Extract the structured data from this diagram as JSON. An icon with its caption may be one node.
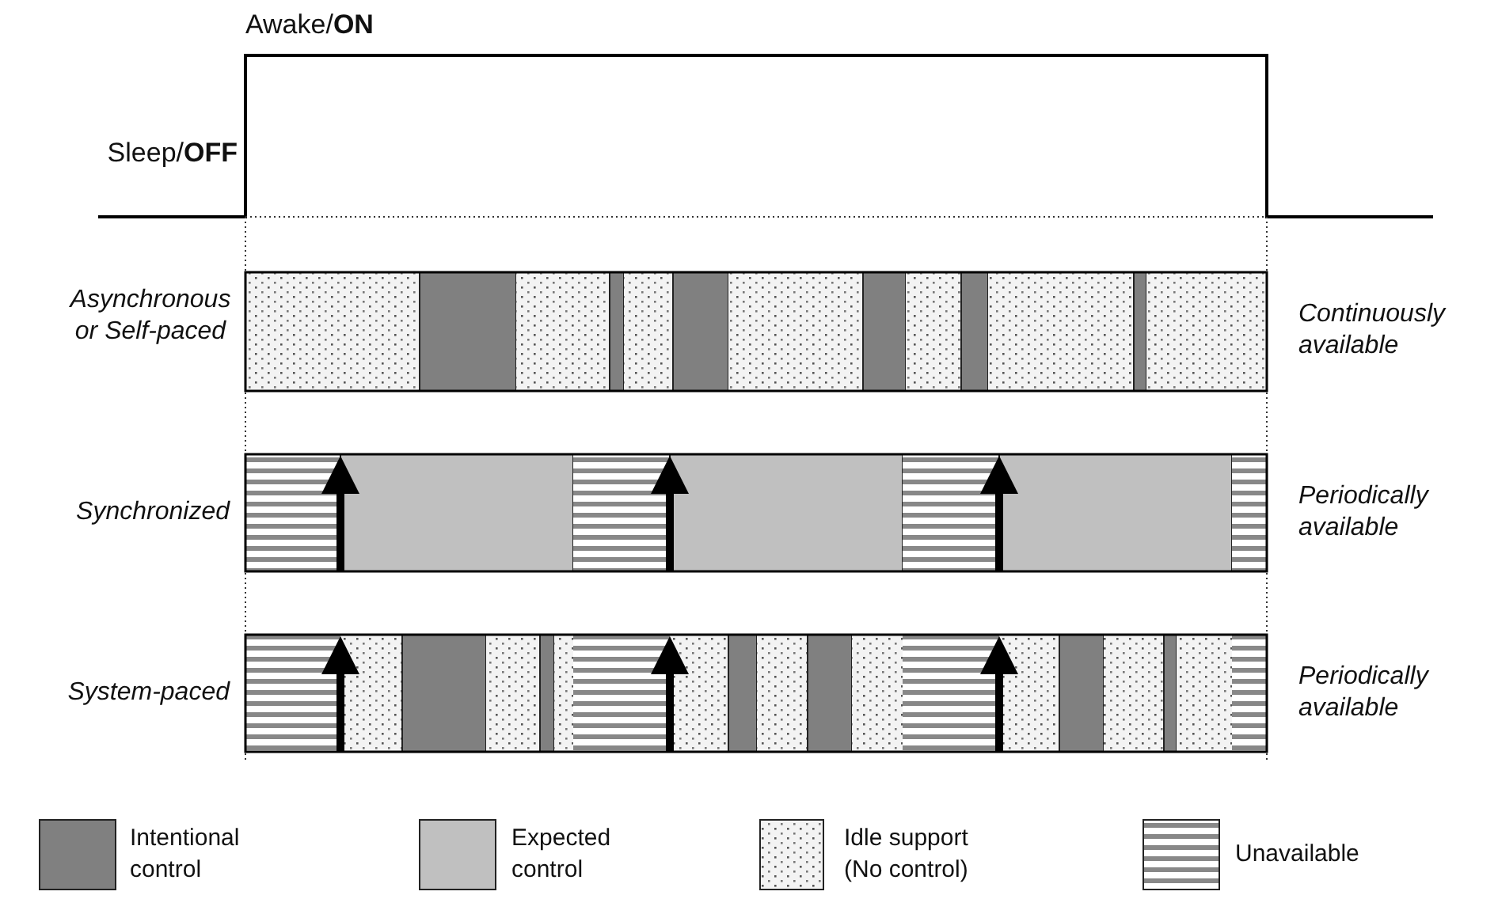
{
  "diagram": {
    "labels": [
      "Awake/**ON**",
      "Sleep/**OFF**",
      "Asynchronous or Self-paced",
      "Continuously available",
      "Synchronized",
      "Periodically available",
      "System-paced",
      "Periodically available"
    ],
    "legend": [
      {
        "text": "Intentional control",
        "color": "#808080"
      },
      {
        "text": "Expected control",
        "color": "#c0c0c0"
      },
      {
        "text": "Idle support (No control)"
      },
      {
        "text": "Unavailable"
      }
    ]
  }
}
